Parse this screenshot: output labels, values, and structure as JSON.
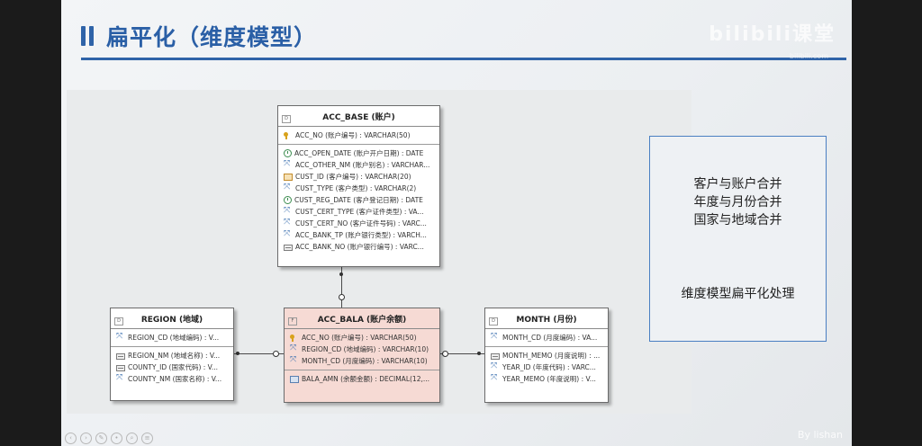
{
  "slide": {
    "title": "扁平化（维度模型）",
    "watermark": "bilibili课堂",
    "watermark_sub": "bilibili.com",
    "author": "By lishan",
    "toolbar_icons": [
      "prev-icon",
      "next-icon",
      "pen-icon",
      "pointer-icon",
      "search-icon",
      "menu-icon"
    ]
  },
  "diagram": {
    "entities": {
      "acc_base": {
        "name": "ACC_BASE (账户)",
        "pk": [
          {
            "icon": "key",
            "text": "ACC_NO (账户编号) : VARCHAR(50)"
          }
        ],
        "fields": [
          {
            "icon": "clock",
            "text": "ACC_OPEN_DATE (账户开户日期) : DATE"
          },
          {
            "icon": "link",
            "text": "ACC_OTHER_NM (账户别名) : VARCHAR..."
          },
          {
            "icon": "card",
            "text": "CUST_ID (客户编号) : VARCHAR(20)"
          },
          {
            "icon": "link",
            "text": "CUST_TYPE (客户类型) : VARCHAR(2)"
          },
          {
            "icon": "clock",
            "text": "CUST_REG_DATE (客户登记日期) : DATE"
          },
          {
            "icon": "link",
            "text": "CUST_CERT_TYPE (客户证件类型) : VA..."
          },
          {
            "icon": "link",
            "text": "CUST_CERT_NO (客户证件号码) : VARC..."
          },
          {
            "icon": "link",
            "text": "ACC_BANK_TP (账户银行类型) : VARCH..."
          },
          {
            "icon": "field",
            "text": "ACC_BANK_NO (账户银行编号) : VARC..."
          }
        ]
      },
      "region": {
        "name": "REGION (地域)",
        "pk": [
          {
            "icon": "link",
            "text": "REGION_CD (地域编码) : V..."
          }
        ],
        "fields": [
          {
            "icon": "field",
            "text": "REGION_NM (地域名称) : V..."
          },
          {
            "icon": "field",
            "text": "COUNTY_ID (国家代码) : V..."
          },
          {
            "icon": "link",
            "text": "COUNTY_NM (国家名称) : V..."
          }
        ]
      },
      "acc_bala": {
        "name": "ACC_BALA (账户余额)",
        "pk": [
          {
            "icon": "key",
            "text": "ACC_NO (账户编号) : VARCHAR(50)"
          },
          {
            "icon": "link",
            "text": "REGION_CD (地域编码) : VARCHAR(10)"
          },
          {
            "icon": "link",
            "text": "MONTH_CD (月度编码) : VARCHAR(10)"
          }
        ],
        "fields": [
          {
            "icon": "money",
            "text": "BALA_AMN (余额金额) : DECIMAL(12,..."
          }
        ]
      },
      "month": {
        "name": "MONTH (月份)",
        "pk": [
          {
            "icon": "link",
            "text": "MONTH_CD (月度编码) : VA..."
          }
        ],
        "fields": [
          {
            "icon": "field",
            "text": "MONTH_MEMO (月度说明) : ..."
          },
          {
            "icon": "link",
            "text": "YEAR_ID (年度代码) : VARC..."
          },
          {
            "icon": "link",
            "text": "YEAR_MEMO (年度说明) : V..."
          }
        ]
      }
    }
  },
  "notes": {
    "line1": "客户与账户合并",
    "line2": "年度与月份合并",
    "line3": "国家与地域合并",
    "line4": "维度模型扁平化处理"
  }
}
